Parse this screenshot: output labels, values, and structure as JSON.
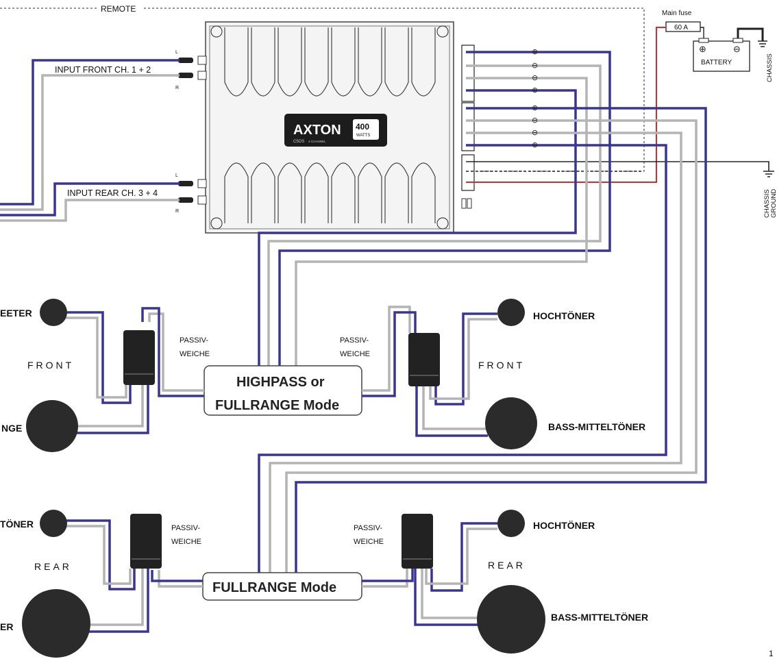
{
  "remote_label": "REMOTE",
  "main_fuse_label": "Main fuse",
  "fuse_value": "60 A",
  "battery_label": "BATTERY",
  "chassis_label": "CHASSIS",
  "chassis_ground_label": [
    "CHASSIS",
    "GROUND"
  ],
  "amp": {
    "brand": "AXTON",
    "power": "400",
    "power_unit": "WATTS",
    "model": "C5OS",
    "model_suffix": "4-CHANNEL"
  },
  "inputs": {
    "front": "INPUT FRONT  CH. 1 + 2",
    "rear": "INPUT REAR  CH. 3 + 4",
    "left": "L",
    "right": "R"
  },
  "polarity": [
    "⊕",
    "⊖",
    "⊖",
    "⊕",
    "⊕",
    "⊖",
    "⊖",
    "⊕"
  ],
  "modes": {
    "highpass_line1": "HIGHPASS or",
    "highpass_line2": "FULLRANGE Mode",
    "fullrange": "FULLRANGE Mode"
  },
  "front_left": {
    "tweeter": "EETER",
    "section": "FRONT",
    "woofer": "NGE",
    "crossover": [
      "PASSIV-",
      "WEICHE"
    ]
  },
  "front_right": {
    "tweeter": "HOCHTÖNER",
    "section": "FRONT",
    "woofer": "BASS-MITTELTÖNER",
    "crossover": [
      "PASSIV-",
      "WEICHE"
    ]
  },
  "rear_left": {
    "tweeter": "TÖNER",
    "section": "REAR",
    "woofer": "ER",
    "crossover": [
      "PASSIV-",
      "WEICHE"
    ]
  },
  "rear_right": {
    "tweeter": "HOCHTÖNER",
    "section": "REAR",
    "woofer": "BASS-MITTELTÖNER",
    "crossover": [
      "PASSIV-",
      "WEICHE"
    ]
  },
  "page_number": "1",
  "colors": {
    "blue_wire": "#3a3591",
    "gray_wire": "#b4b4b4",
    "red_wire": "#d92b2b",
    "component": "#222222"
  }
}
